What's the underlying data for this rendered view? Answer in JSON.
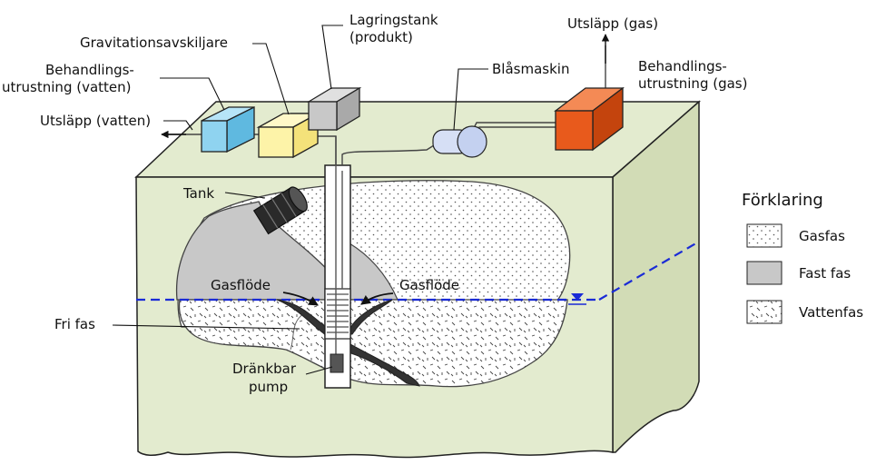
{
  "labels": {
    "storage_tank_line1": "Lagringstank",
    "storage_tank_line2": "(produkt)",
    "gravity_separator": "Gravitationsavskiljare",
    "water_treatment_line1": "Behandlings-",
    "water_treatment_line2": "utrustning (vatten)",
    "water_discharge": "Utsläpp (vatten)",
    "gas_discharge": "Utsläpp (gas)",
    "blower": "Blåsmaskin",
    "gas_treatment_line1": "Behandlings-",
    "gas_treatment_line2": "utrustning (gas)",
    "tank": "Tank",
    "gas_flow_left": "Gasflöde",
    "gas_flow_right": "Gasflöde",
    "free_phase": "Fri fas",
    "pump_line1": "Dränkbar",
    "pump_line2": "pump"
  },
  "legend": {
    "title": "Förklaring",
    "items": [
      {
        "label": "Gasfas",
        "pattern": "dots"
      },
      {
        "label": "Fast fas",
        "pattern": "solid-gray"
      },
      {
        "label": "Vattenfas",
        "pattern": "dashes"
      }
    ]
  },
  "colors": {
    "soil": "#e3ebcf",
    "water_treatment_box": "#8fd3f0",
    "gravity_separator_box": "#fdf3a8",
    "storage_tank_box": "#c8c8c8",
    "gas_treatment_box": "#e85a1c",
    "solid_phase": "#c8c8c8",
    "water_table": "#1a2bd6",
    "free_product": "#333333"
  }
}
